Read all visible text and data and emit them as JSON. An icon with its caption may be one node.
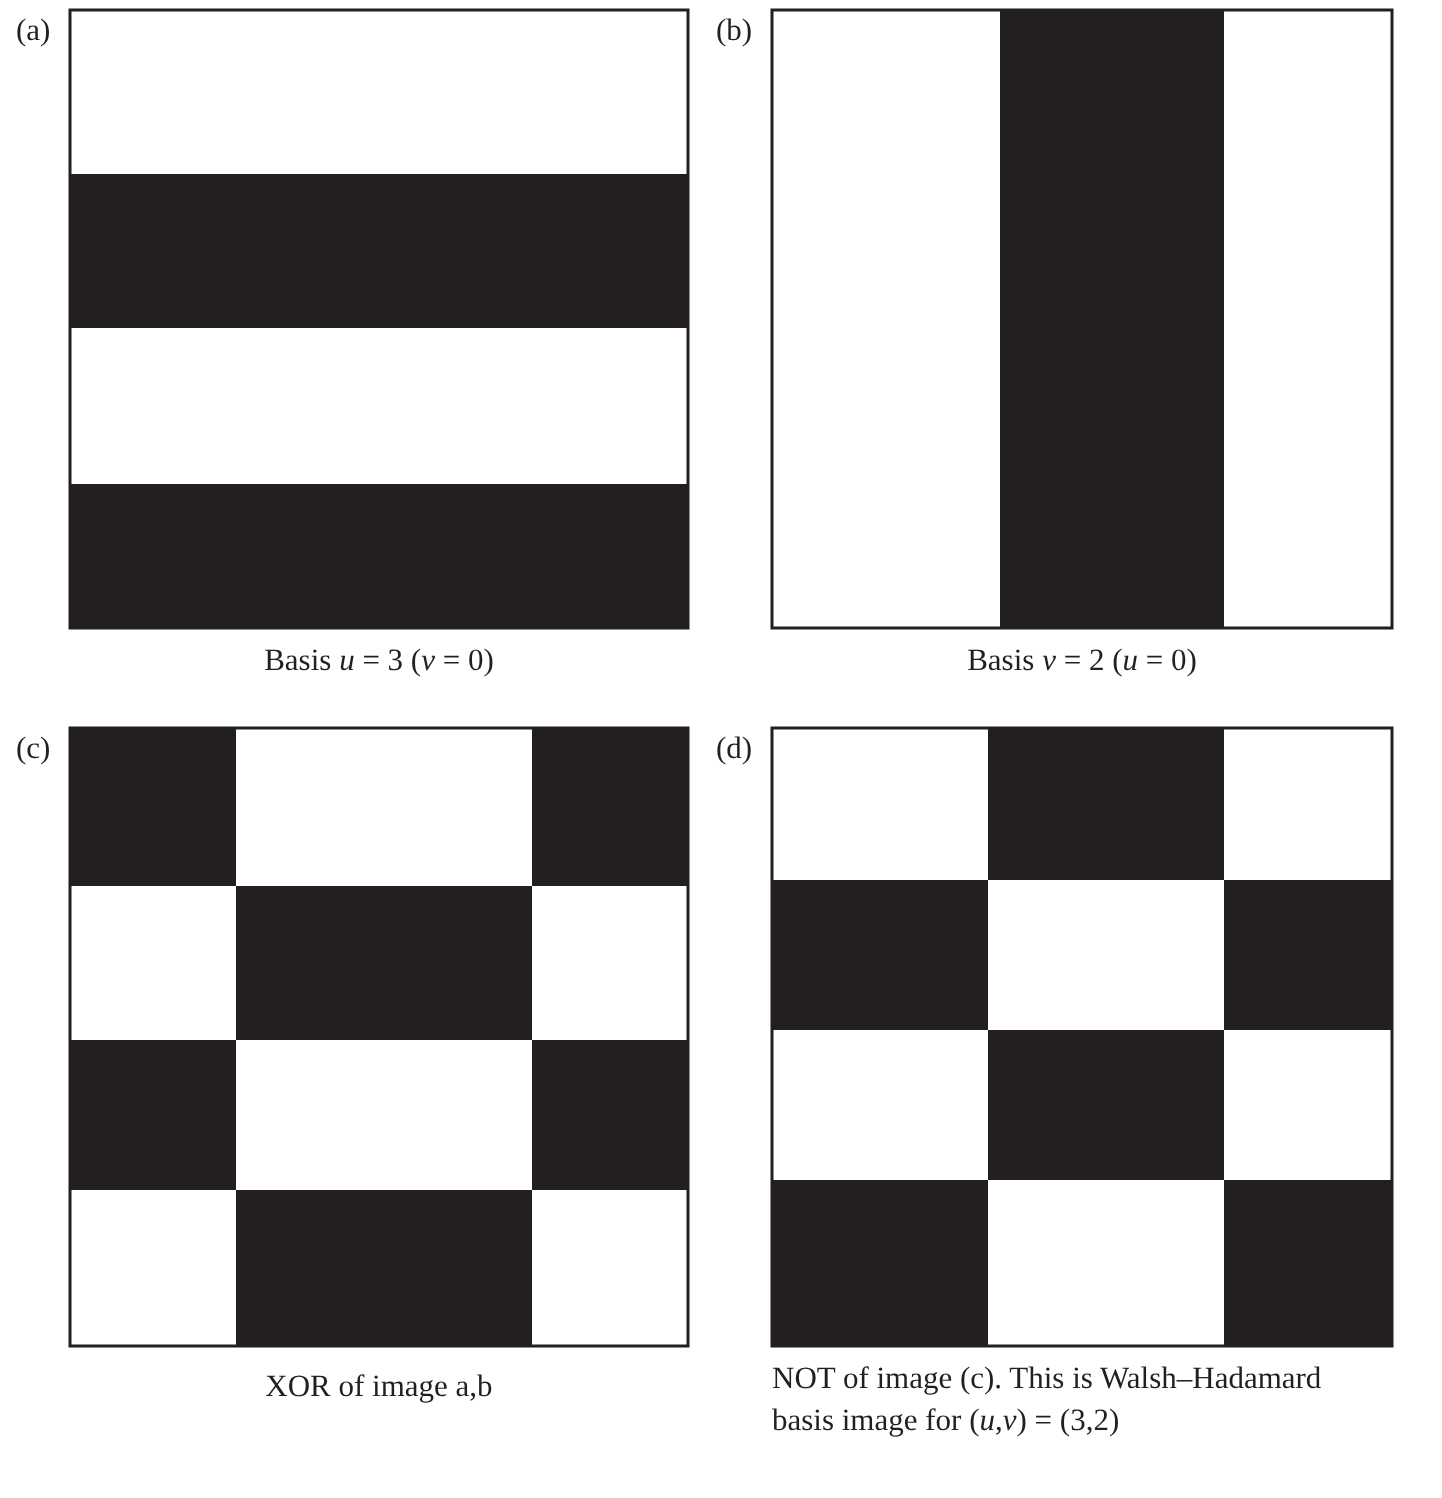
{
  "diagram": {
    "labels": [
      "(a)",
      "(b)",
      "Basis *u* = 3 (*v* = 0)",
      "Basis *v* = 2 (*u* = 0)",
      "(c)",
      "(d)",
      "XOR of image a,b",
      "NOT of image (c). This is Walsh–Hadamard basis image for (*u*,*v*) = (3,2)"
    ]
  }
}
